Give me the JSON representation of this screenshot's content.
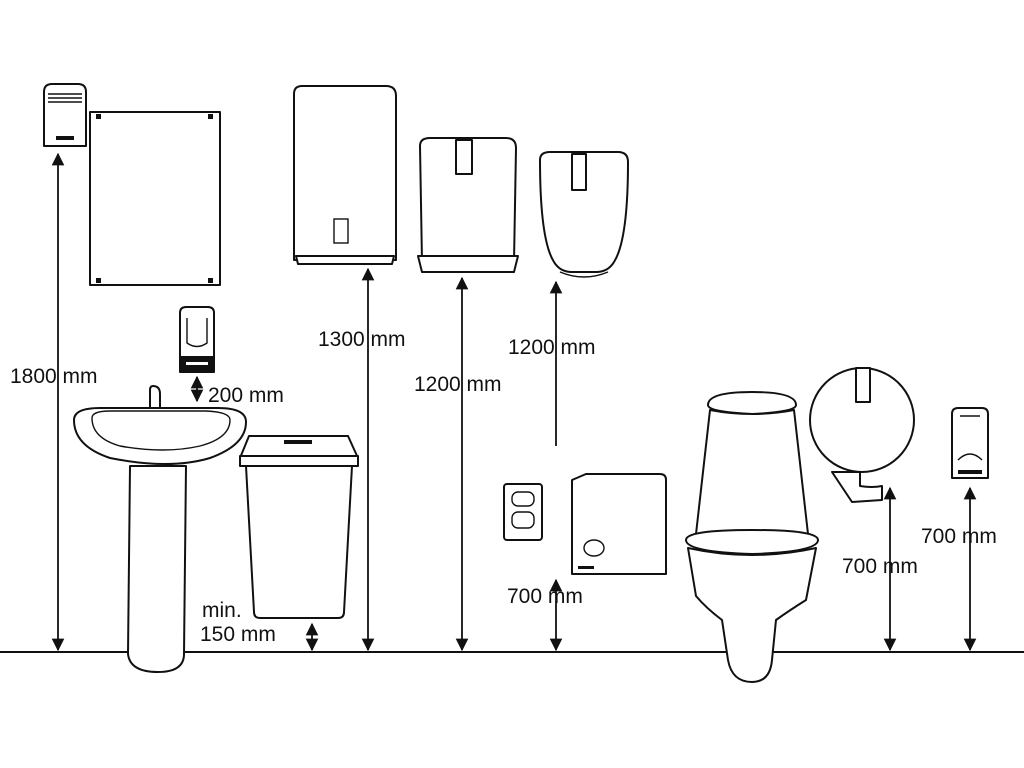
{
  "labels": {
    "hand_dryer": "1800 mm",
    "soap_gap": "200 mm",
    "towel_left": "1300 mm",
    "towel_mid": "1200 mm",
    "towel_roll": "1200 mm",
    "bin_min": "min.",
    "bin_value": "150 mm",
    "small_dispenser": "700 mm",
    "toilet_roll": "700 mm",
    "sanitizer": "700 mm"
  }
}
